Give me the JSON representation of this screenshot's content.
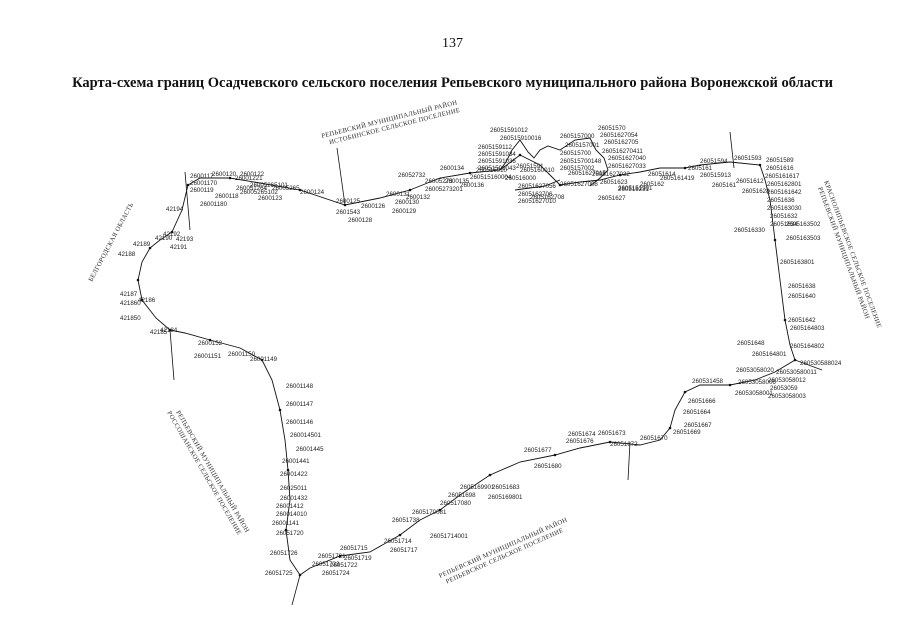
{
  "page": {
    "number": "137",
    "title": "Карта-схема границ Осадчевского сельского поселения Репьевского муниципального района Воронежской области"
  },
  "map": {
    "neighbors": {
      "north": {
        "line1": "РЕПЬЕВСКИЙ МУНИЦИПАЛЬНЫЙ РАЙОН",
        "line2": "ИСТОБИНСКОЕ СЕЛЬСКОЕ ПОСЕЛЕНИЕ"
      },
      "east": {
        "line1": "РЕПЬЕВСКИЙ МУНИЦИПАЛЬНЫЙ РАЙОН",
        "line2": "КРАСНОЛИПЬЕВСКОЕ СЕЛЬСКОЕ ПОСЕЛЕНИЕ"
      },
      "south": {
        "line1": "РЕПЬЕВСКИЙ МУНИЦИПАЛЬНЫЙ РАЙОН",
        "line2": "РЕПЬЕВСКОЕ СЕЛЬСКОЕ ПОСЕЛЕНИЕ"
      },
      "southwest": {
        "line1": "РЕПЬЕВСКИЙ МУНИЦИПАЛЬНЫЙ РАЙОН",
        "line2": "РОССОШАНСКОЕ СЕЛЬСКОЕ ПОСЕЛЕНИЕ"
      },
      "west": {
        "line1": "БЕЛГОРОДСКАЯ ОБЛАСТЬ"
      }
    },
    "points": [
      "42184",
      "42185",
      "421850",
      "421860",
      "42186",
      "42187",
      "42188",
      "42189",
      "42190",
      "42191",
      "42192",
      "42193",
      "42194",
      "2600117",
      "26001170",
      "2600120",
      "2600119",
      "2600118",
      "26001180",
      "26001221",
      "2600122",
      "26005265101",
      "26005265102",
      "2600123",
      "2600124",
      "26005265",
      "260051264",
      "2601543",
      "2600125",
      "2600126",
      "2600128",
      "2600129",
      "2600130",
      "2600131",
      "2600132",
      "2600134",
      "26005273201",
      "26005273",
      "26052732",
      "2600135",
      "2600136",
      "260515160004",
      "260515910",
      "26051591",
      "26051591012",
      "260515910016",
      "2605159112",
      "26051591034",
      "26051591036",
      "26051591043",
      "2605160010",
      "260516000",
      "2605157000",
      "26051570",
      "260515700",
      "2605157001",
      "260515700148",
      "2605157002",
      "26051627054",
      "2605162705",
      "260516270411",
      "26051627040",
      "26051627033",
      "26051627032",
      "26051627015",
      "26051627056",
      "2605162706",
      "26051627010",
      "26051627008",
      "2605162708",
      "26051627",
      "2605162",
      "26051623",
      "260516231",
      "26051614",
      "2605161419",
      "2605151901",
      "26051594",
      "2605161",
      "260515913",
      "26051593",
      "26051589",
      "2605161",
      "26051616",
      "2605161617",
      "26051612",
      "26051628",
      "2605162801",
      "2605161642",
      "26051636",
      "2605163030",
      "26051632",
      "26051634",
      "260516330",
      "2605163502",
      "2605163503",
      "2605163801",
      "26051638",
      "26051640",
      "26051642",
      "2605164803",
      "2605164802",
      "26051648",
      "2605164801",
      "260530588024",
      "26053058020",
      "260530580011",
      "26053058012",
      "26053058006",
      "26053059",
      "26053058003",
      "26053058001",
      "260531458",
      "26051666",
      "26051664",
      "26051667",
      "26051669",
      "26051670",
      "26051673",
      "26051672",
      "26051674",
      "26051676",
      "26051677",
      "26051680",
      "26051683",
      "2605169801",
      "2605169901",
      "26051698",
      "260517080",
      "2605170081",
      "26051738",
      "26051714001",
      "26051714",
      "26051717",
      "26051715",
      "26051719",
      "26051721",
      "26051722",
      "26051723",
      "26051724",
      "26051725",
      "26051726",
      "26051720",
      "26001141",
      "260014010",
      "26001412",
      "26001432",
      "26025011",
      "26001422",
      "26001441",
      "26001445",
      "260014501",
      "26001146",
      "26001147",
      "26001148",
      "26001149",
      "26001150",
      "26001151",
      "2600152",
      "260015201"
    ]
  }
}
